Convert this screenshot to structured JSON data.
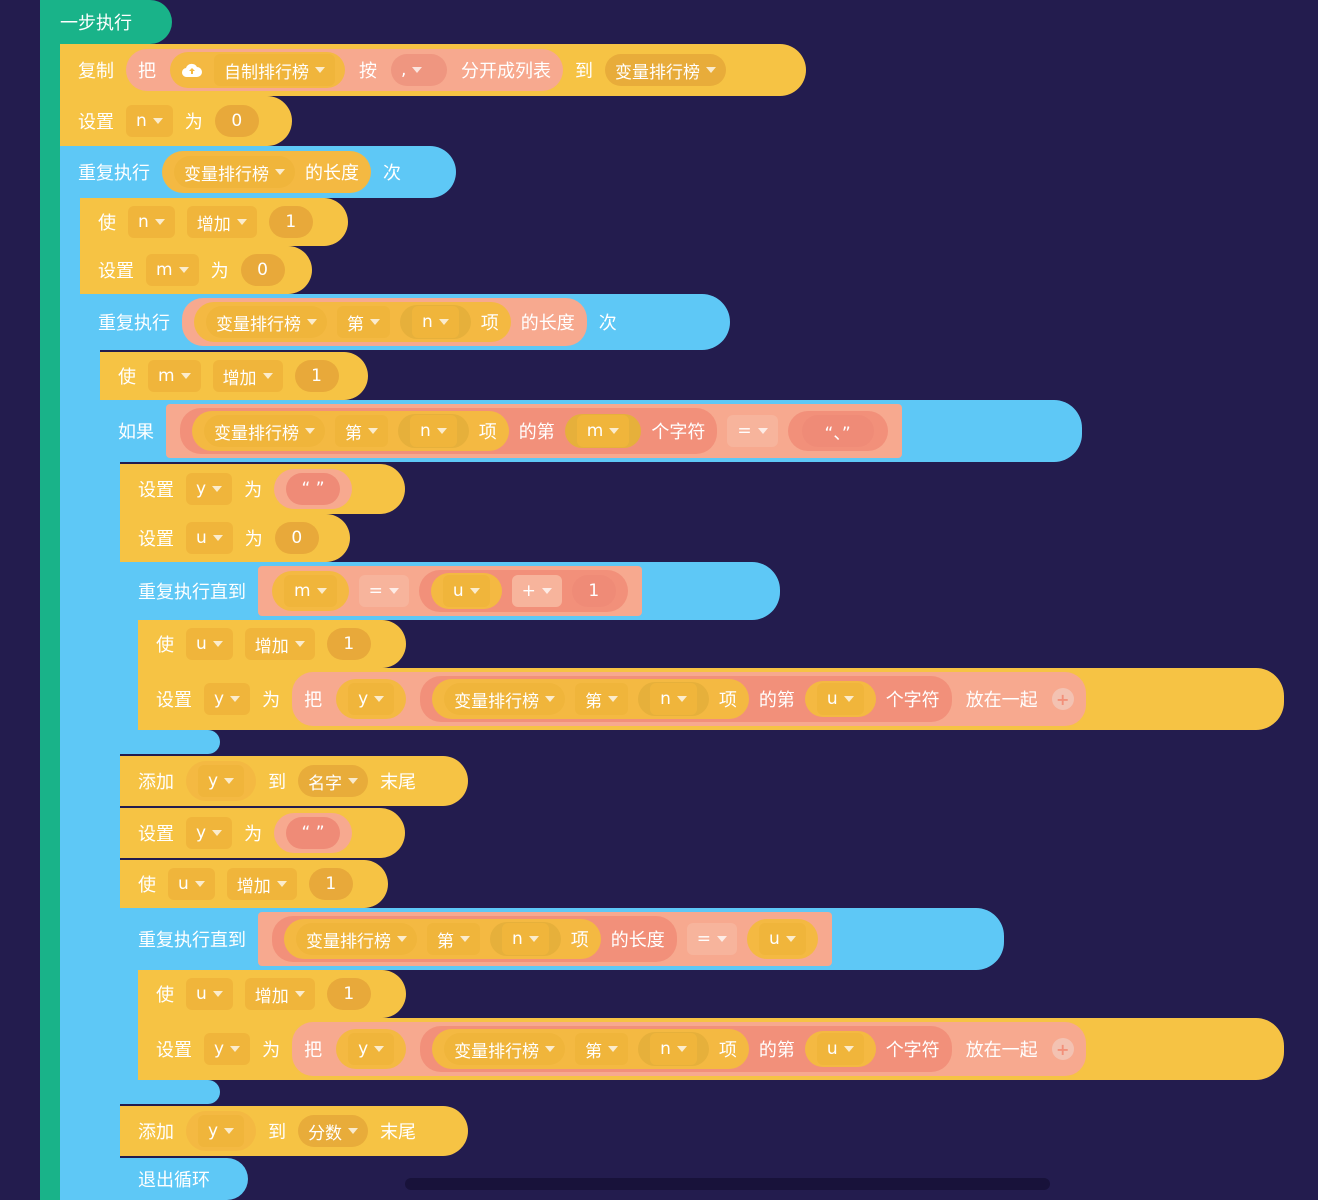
{
  "head": "一步执行",
  "b1": {
    "copy": "复制",
    "ba": "把",
    "list": "自制排行榜",
    "an": "按",
    "sep": ",",
    "split": "分开成列表",
    "to": "到",
    "dest": "变量排行榜"
  },
  "b2": {
    "set": "设置",
    "var": "n",
    "wei": "为",
    "val": "0"
  },
  "b3": {
    "rep": "重复执行",
    "list": "变量排行榜",
    "len": "的长度",
    "ci": "次"
  },
  "b4": {
    "shi": "使",
    "var": "n",
    "inc": "增加",
    "val": "1"
  },
  "b5": {
    "set": "设置",
    "var": "m",
    "wei": "为",
    "val": "0"
  },
  "b6": {
    "rep": "重复执行",
    "list": "变量排行榜",
    "di": "第",
    "var": "n",
    "xiang": "项",
    "len": "的长度",
    "ci": "次"
  },
  "b7": {
    "shi": "使",
    "var": "m",
    "inc": "增加",
    "val": "1"
  },
  "b8": {
    "if": "如果",
    "list": "变量排行榜",
    "di": "第",
    "var": "n",
    "xiang": "项",
    "dedi": "的第",
    "var2": "m",
    "char": "个字符",
    "eq": "=",
    "str": "“、”"
  },
  "b9": {
    "set": "设置",
    "var": "y",
    "wei": "为",
    "str": "“ ”"
  },
  "b10": {
    "set": "设置",
    "var": "u",
    "wei": "为",
    "val": "0"
  },
  "b11": {
    "until": "重复执行直到",
    "var": "m",
    "eq": "=",
    "var2": "u",
    "op": "+",
    "val": "1"
  },
  "b12": {
    "shi": "使",
    "var": "u",
    "inc": "增加",
    "val": "1"
  },
  "b13": {
    "set": "设置",
    "var": "y",
    "wei": "为",
    "ba": "把",
    "var2": "y",
    "list": "变量排行榜",
    "di": "第",
    "var3": "n",
    "xiang": "项",
    "dedi": "的第",
    "var4": "u",
    "char": "个字符",
    "join": "放在一起"
  },
  "b14": {
    "add": "添加",
    "var": "y",
    "to": "到",
    "list": "名字",
    "end": "末尾"
  },
  "b15": {
    "set": "设置",
    "var": "y",
    "wei": "为",
    "str": "“ ”"
  },
  "b16": {
    "shi": "使",
    "var": "u",
    "inc": "增加",
    "val": "1"
  },
  "b17": {
    "until": "重复执行直到",
    "list": "变量排行榜",
    "di": "第",
    "var": "n",
    "xiang": "项",
    "len": "的长度",
    "eq": "=",
    "var2": "u"
  },
  "b18": {
    "shi": "使",
    "var": "u",
    "inc": "增加",
    "val": "1"
  },
  "b19": {
    "set": "设置",
    "var": "y",
    "wei": "为",
    "ba": "把",
    "var2": "y",
    "list": "变量排行榜",
    "di": "第",
    "var3": "n",
    "xiang": "项",
    "dedi": "的第",
    "var4": "u",
    "char": "个字符",
    "join": "放在一起"
  },
  "b20": {
    "add": "添加",
    "var": "y",
    "to": "到",
    "list": "分数",
    "end": "末尾"
  },
  "b21": {
    "exit": "退出循环"
  }
}
